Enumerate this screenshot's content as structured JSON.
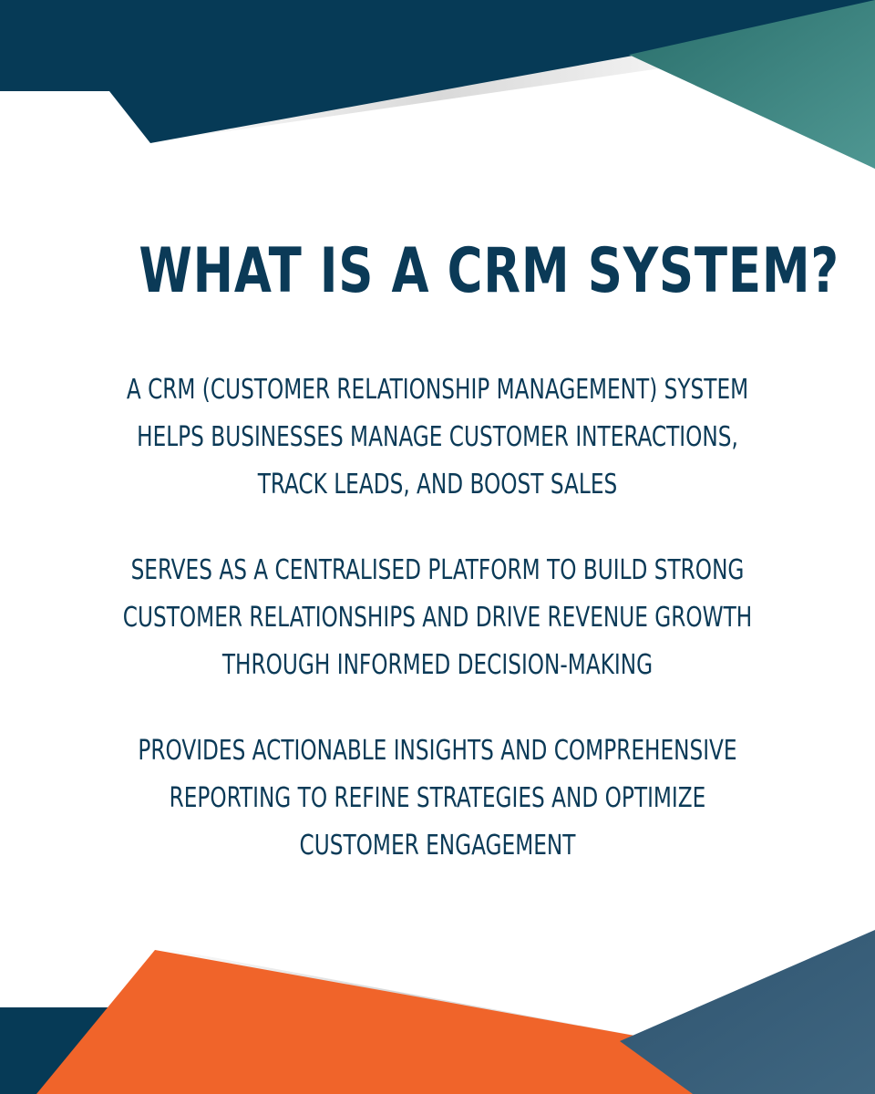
{
  "title": "WHAT IS A CRM SYSTEM?",
  "paragraphs": [
    {
      "lines": [
        "A CRM (CUSTOMER RELATIONSHIP MANAGEMENT) SYSTEM",
        "HELPS BUSINESSES MANAGE CUSTOMER INTERACTIONS,",
        "TRACK LEADS, AND BOOST SALES"
      ]
    },
    {
      "lines": [
        "SERVES AS A CENTRALISED PLATFORM TO BUILD STRONG",
        "CUSTOMER RELATIONSHIPS AND DRIVE REVENUE GROWTH",
        "THROUGH INFORMED DECISION-MAKING"
      ]
    },
    {
      "lines": [
        "PROVIDES ACTIONABLE INSIGHTS AND COMPREHENSIVE",
        "REPORTING TO REFINE STRATEGIES AND OPTIMIZE",
        "CUSTOMER ENGAGEMENT"
      ]
    }
  ],
  "colors": {
    "navy": "#0b3a57",
    "teal": "#2f7f7a",
    "orange": "#f0642a",
    "slate": "#365d78",
    "text": "#0b3a57"
  }
}
